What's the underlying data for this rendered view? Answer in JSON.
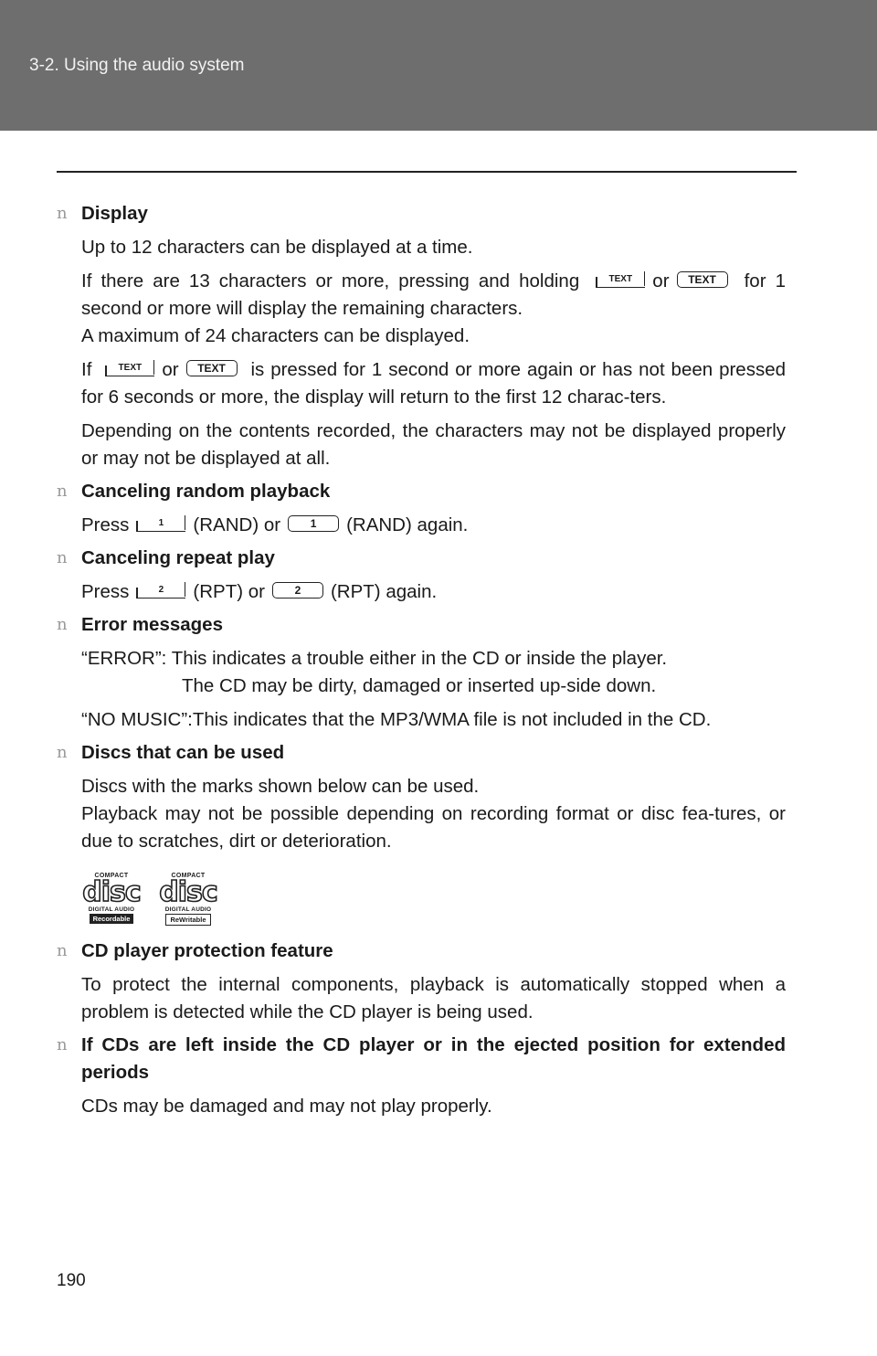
{
  "header": {
    "section": "3-2. Using the audio system"
  },
  "bullet": "n",
  "buttons": {
    "text": "TEXT",
    "one": "1",
    "two": "2"
  },
  "display": {
    "heading": "Display",
    "p1": "Up to 12 characters can be displayed at a time.",
    "p2_a": "If there are 13 characters or more, pressing and holding",
    "or": "or",
    "p2_b": "for 1 second or more will display the remaining characters.",
    "p2_c": "A maximum of 24 characters can be displayed.",
    "p3_a": "If",
    "p3_b": "is pressed for 1 second or more again or has not been pressed for 6 seconds or more, the display will return to the first 12 charac-ters.",
    "p4": "Depending on the contents recorded, the characters may not be displayed properly or may not be displayed at all."
  },
  "random": {
    "heading": "Canceling random playback",
    "press": "Press",
    "mid": "(RAND) or",
    "end": "(RAND) again."
  },
  "repeat": {
    "heading": "Canceling repeat play",
    "press": "Press",
    "mid": "(RPT) or",
    "end": "(RPT) again."
  },
  "errors": {
    "heading": "Error messages",
    "e1": "“ERROR”: This indicates a trouble either in the CD or inside the player.",
    "e1b": "The CD may be dirty, damaged or inserted up-side down.",
    "e2": "“NO MUSIC”:This indicates that the MP3/WMA file is not included in the CD."
  },
  "discs": {
    "heading": "Discs that can be used",
    "p1": "Discs with the marks shown below can be used.",
    "p2": "Playback may not be possible depending on recording format or disc fea-tures, or due to scratches, dirt or deterioration.",
    "logo1": {
      "compact": "COMPACT",
      "word": "disc",
      "digital": "DIGITAL AUDIO",
      "tag": "Recordable"
    },
    "logo2": {
      "compact": "COMPACT",
      "word": "disc",
      "digital": "DIGITAL AUDIO",
      "tag": "ReWritable"
    }
  },
  "protection": {
    "heading": "CD player protection feature",
    "p1": "To protect the internal components, playback is automatically stopped when a problem is detected while the CD player is being used."
  },
  "left": {
    "heading": "If CDs are left inside the CD player or in the ejected position for extended periods",
    "p1": "CDs may be damaged and may not play properly."
  },
  "page_number": "190",
  "colors": {
    "header_bg": "#6e6e6e",
    "bullet": "#9a9a9a"
  }
}
